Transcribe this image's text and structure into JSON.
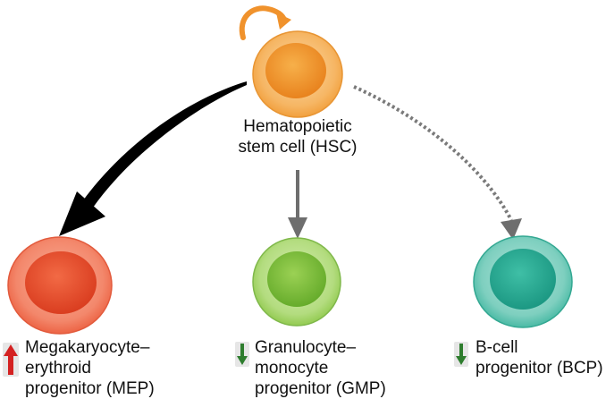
{
  "hsc": {
    "line1": "Hematopoietic",
    "line2": "stem cell (HSC)",
    "color": "#f29a2a"
  },
  "mep": {
    "line1": "Megakaryocyte–",
    "line2": "erythroid",
    "line3": "progenitor (MEP)",
    "color": "#ee5333",
    "trend": "up"
  },
  "gmp": {
    "line1": "Granulocyte–",
    "line2": "monocyte",
    "line3": "progenitor (GMP)",
    "color": "#84c33e",
    "trend": "down"
  },
  "bcp": {
    "line1": "B-cell",
    "line2": "progenitor (BCP)",
    "color": "#30b49c",
    "trend": "down"
  },
  "colors": {
    "up_arrow": "#d42222",
    "down_arrow": "#2e7d2e",
    "indicator_bg": "#e6e6e6",
    "arrow_black": "#000000",
    "arrow_gray": "#6e6e6e",
    "self_renewal": "#f0922c"
  }
}
